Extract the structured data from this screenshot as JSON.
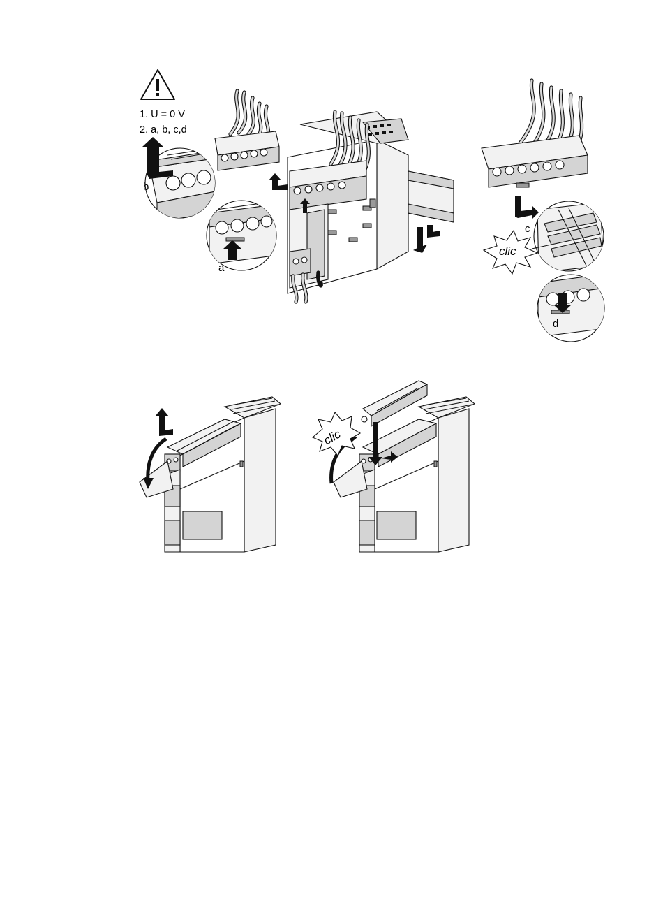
{
  "warning": {
    "icon": "warning-triangle-icon",
    "steps": [
      "1. U = 0 V",
      "2. a, b, c,d"
    ]
  },
  "callouts": {
    "a": "a",
    "b": "b",
    "c": "c",
    "d": "d"
  },
  "clic_labels": [
    "clic",
    "clic"
  ],
  "colors": {
    "line": "#111111",
    "face": "#f2f2f2",
    "shade": "#d4d4d4"
  }
}
